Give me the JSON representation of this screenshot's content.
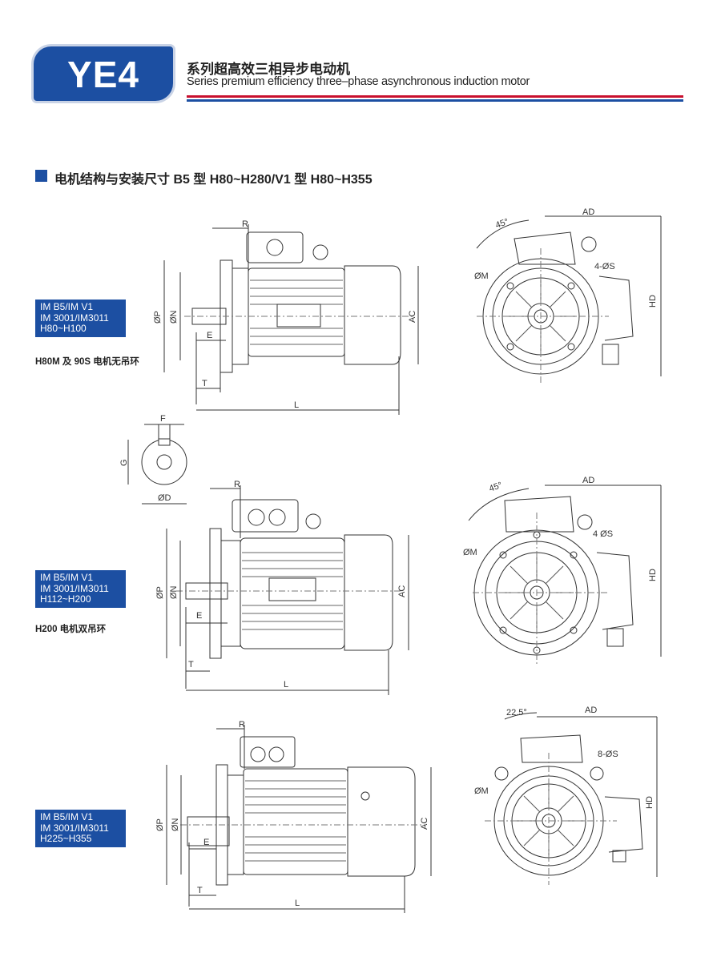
{
  "header": {
    "badge": "YE4",
    "title_cn": "系列超高效三相异步电动机",
    "title_en": "Series premium efficiency three–phase asynchronous induction motor"
  },
  "section": {
    "title": "电机结构与安装尺寸 B5 型 H80~H280/V1 型 H80~H355"
  },
  "groups": [
    {
      "lines": [
        "IM B5/IM V1",
        "IM 3001/IM3011",
        "H80~H100"
      ],
      "note": "H80M 及 90S 电机无吊环",
      "side_labels": {
        "R": "R",
        "P": "ØP",
        "N": "ØN",
        "E": "E",
        "T": "T",
        "L": "L",
        "AC": "AC"
      },
      "front_labels": {
        "angle": "45°",
        "AD": "AD",
        "M": "ØM",
        "S": "4-ØS",
        "HD": "HD"
      }
    },
    {
      "lines": [
        "IM B5/IM V1",
        "IM 3001/IM3011",
        "H112~H200"
      ],
      "note": "H200 电机双吊环",
      "side_labels": {
        "R": "R",
        "P": "ØP",
        "N": "ØN",
        "E": "E",
        "T": "T",
        "L": "L",
        "AC": "AC"
      },
      "front_labels": {
        "angle": "45°",
        "AD": "AD",
        "M": "ØM",
        "S": "4 ØS",
        "HD": "HD"
      }
    },
    {
      "lines": [
        "IM B5/IM V1",
        "IM 3001/IM3011",
        "H225~H355"
      ],
      "note": "",
      "side_labels": {
        "R": "R",
        "P": "ØP",
        "N": "ØN",
        "E": "E",
        "T": "T",
        "L": "L",
        "AC": "AC"
      },
      "front_labels": {
        "angle": "22.5°",
        "AD": "AD",
        "M": "ØM",
        "S": "8-ØS",
        "HD": "HD"
      }
    }
  ],
  "shaft_section": {
    "F": "F",
    "G": "G",
    "D": "ØD"
  }
}
